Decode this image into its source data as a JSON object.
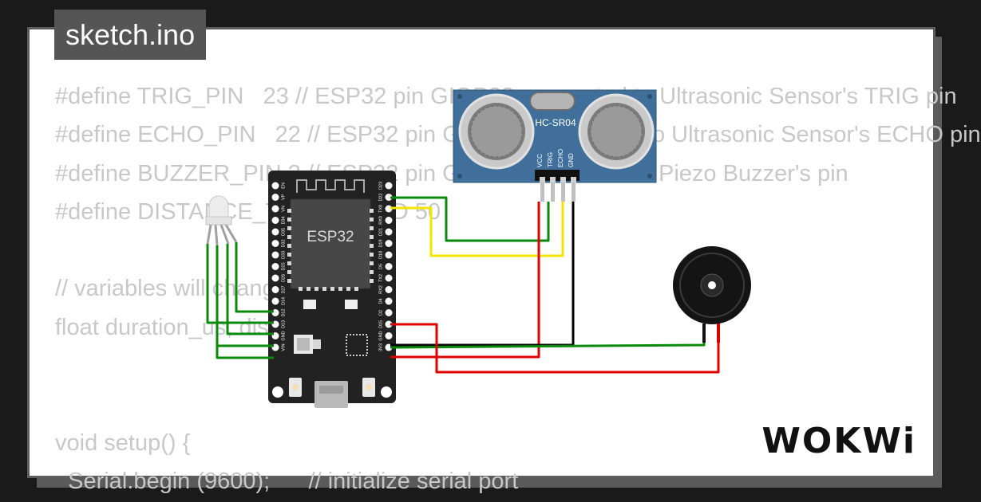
{
  "tab": {
    "filename": "sketch.ino"
  },
  "code_lines": [
    "#define TRIG_PIN   23 // ESP32 pin GIOP23 connected to Ultrasonic Sensor's TRIG pin",
    "#define ECHO_PIN   22 // ESP32 pin GIOP22 connected to Ultrasonic Sensor's ECHO pin",
    "#define BUZZER_PIN 3 // ESP32 pin GIOP3 connected to Piezo Buzzer's pin",
    "#define DISTANCE_THRESHOLD 50",
    "",
    "// variables will change:",
    "float duration_us, distance_cm;",
    "",
    "",
    "void setup() {",
    "  Serial.begin (9600);      // initialize serial port"
  ],
  "parts": {
    "esp32_label": "ESP32",
    "sensor_label": "HC-SR04",
    "sensor_pins": [
      "VCC",
      "TRIG",
      "ECHO",
      "GND"
    ],
    "esp32_left_pins": [
      "EN",
      "VP",
      "VN",
      "D34",
      "D35",
      "D32",
      "D33",
      "D25",
      "D26",
      "D27",
      "D14",
      "D12",
      "D13",
      "GND",
      "VIN"
    ],
    "esp32_right_pins": [
      "D23",
      "D22",
      "TX0",
      "RX0",
      "D21",
      "D19",
      "D18",
      "D5",
      "TX2",
      "RX2",
      "D4",
      "D2",
      "D15",
      "GND",
      "3V3"
    ]
  },
  "wire_colors": {
    "green": "#0a8a0a",
    "yellow": "#f2e600",
    "red": "#e00000",
    "black": "#000000"
  },
  "brand": "WOKWi"
}
